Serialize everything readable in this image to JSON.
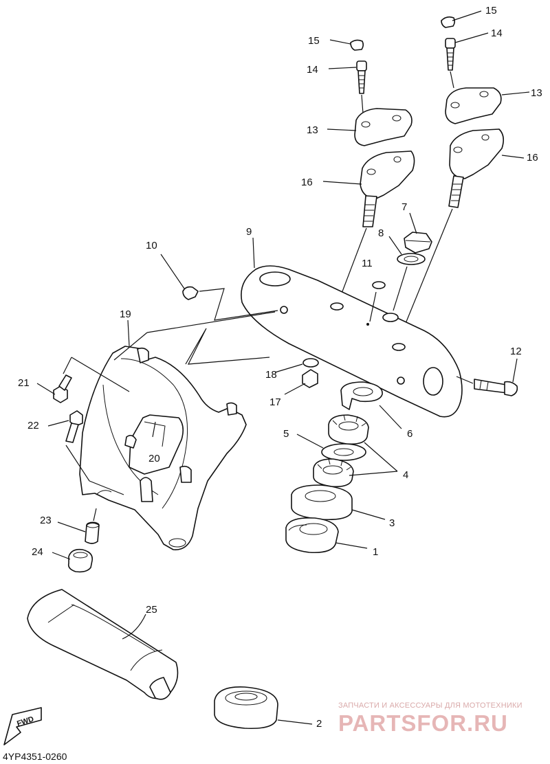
{
  "diagram_code": "4YP4351-0260",
  "fwd_label": "FWD",
  "watermark": {
    "caption": "ЗАПЧАСТИ И АКСЕССУАРЫ ДЛЯ МОТОТЕХНИКИ",
    "brand": "PARTSFOR.RU"
  },
  "callouts": {
    "c1": "1",
    "c2": "2",
    "c3": "3",
    "c4": "4",
    "c5": "5",
    "c6": "6",
    "c7": "7",
    "c8": "8",
    "c9": "9",
    "c10": "10",
    "c11": "11",
    "c12": "12",
    "c13a": "13",
    "c13b": "13",
    "c14a": "14",
    "c14b": "14",
    "c15a": "15",
    "c15b": "15",
    "c16a": "16",
    "c16b": "16",
    "c17": "17",
    "c18": "18",
    "c19": "19",
    "c20": "20",
    "c21": "21",
    "c22": "22",
    "c23": "23",
    "c24": "24",
    "c25": "25"
  }
}
